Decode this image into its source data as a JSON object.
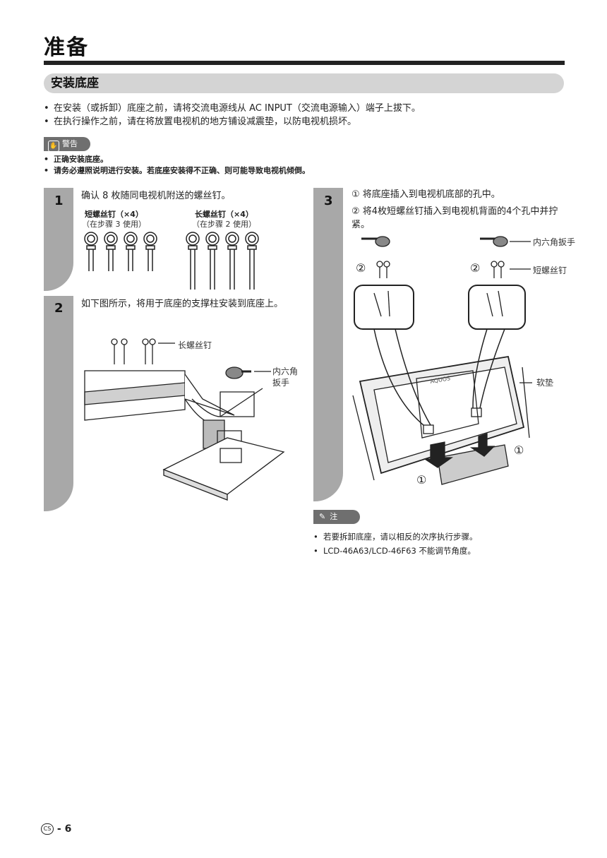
{
  "page": {
    "title": "准备",
    "section": "安装底座",
    "bullets": [
      "在安装（或拆卸）底座之前，请将交流电源线从 AC INPUT（交流电源输入）端子上拔下。",
      "在执行操作之前，请在将放置电视机的地方铺设减震垫，以防电视机损坏。"
    ]
  },
  "warning": {
    "label": "警告",
    "items": [
      "正确安装底座。",
      "请务必遵照说明进行安装。若底座安装得不正确、则可能导致电视机倾倒。"
    ]
  },
  "step1": {
    "num": "1",
    "text": "确认 8 枚随同电视机附送的螺丝钉。",
    "short_label": "短螺丝钉（×4）",
    "short_sub": "（在步骤 3 使用）",
    "long_label": "长螺丝钉（×4）",
    "long_sub": "（在步骤 2 使用）"
  },
  "step2": {
    "num": "2",
    "text": "如下图所示，将用于底座的支撑柱安装到底座上。",
    "callout_long_screw": "长螺丝钉",
    "callout_wrench": "内六角扳手"
  },
  "step3": {
    "num": "3",
    "item1": "将底座插入到电视机底部的孔中。",
    "item2": "将4枚短螺丝钉插入到电视机背面的4个孔中并拧紧。",
    "circle1": "①",
    "circle2": "②",
    "callout_wrench": "内六角扳手",
    "callout_short_screw": "短螺丝钉",
    "callout_pad": "软垫",
    "brand": "AQUOS"
  },
  "note": {
    "label": "注",
    "items": [
      "若要拆卸底座，请以相反的次序执行步骤。",
      "LCD-46A63/LCD-46F63 不能调节角度。"
    ]
  },
  "footer": {
    "badge": "CS",
    "page_no": "6"
  }
}
